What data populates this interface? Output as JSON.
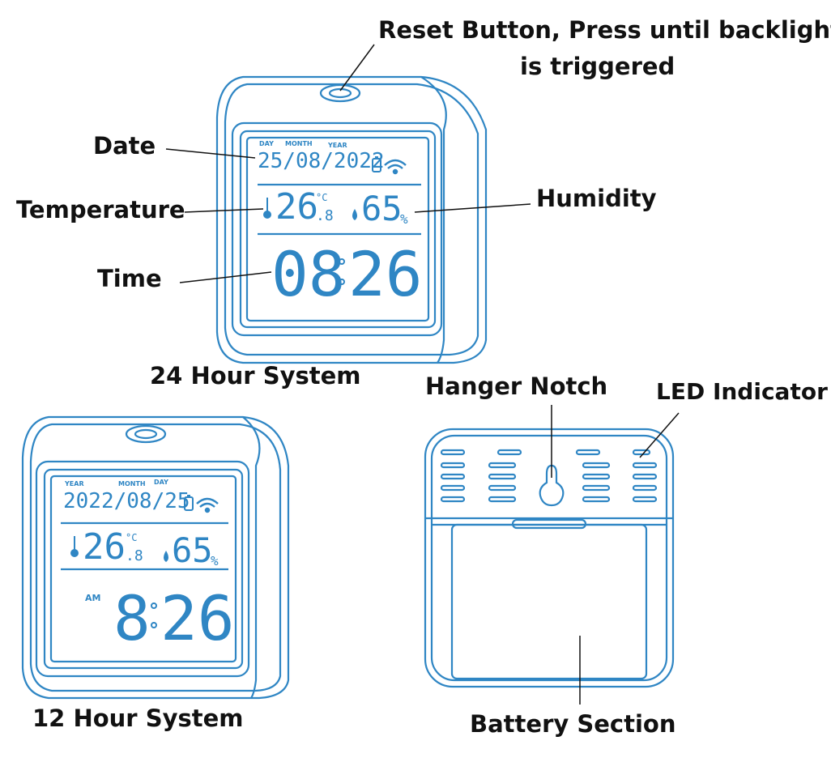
{
  "labels": {
    "reset_line1": "Reset Button, Press until backlight",
    "reset_line2": "is triggered",
    "date": "Date",
    "temperature": "Temperature",
    "humidity": "Humidity",
    "time": "Time",
    "system_24": "24 Hour System",
    "system_12": "12 Hour System",
    "hanger_notch": "Hanger Notch",
    "led_indicator": "LED Indicator",
    "battery_section": "Battery Section"
  },
  "display_24h": {
    "day_label": "DAY",
    "month_label": "MONTH",
    "year_label": "YEAR",
    "date": "25/08/2022",
    "temp_int": "26",
    "temp_dec": ".8",
    "temp_unit": "°C",
    "humidity": "65",
    "humidity_unit": "%",
    "time_hours": "08",
    "time_minutes": "26"
  },
  "display_12h": {
    "year_label": "YEAR",
    "month_label": "MONTH",
    "day_label": "DAY",
    "date": "2022/08/25",
    "temp_int": "26",
    "temp_dec": ".8",
    "temp_unit": "°C",
    "humidity": "65",
    "humidity_unit": "%",
    "am_pm": "AM",
    "time_hours": "8",
    "time_minutes": "26"
  },
  "colors": {
    "outline": "#2f86c4",
    "text": "#111111"
  }
}
